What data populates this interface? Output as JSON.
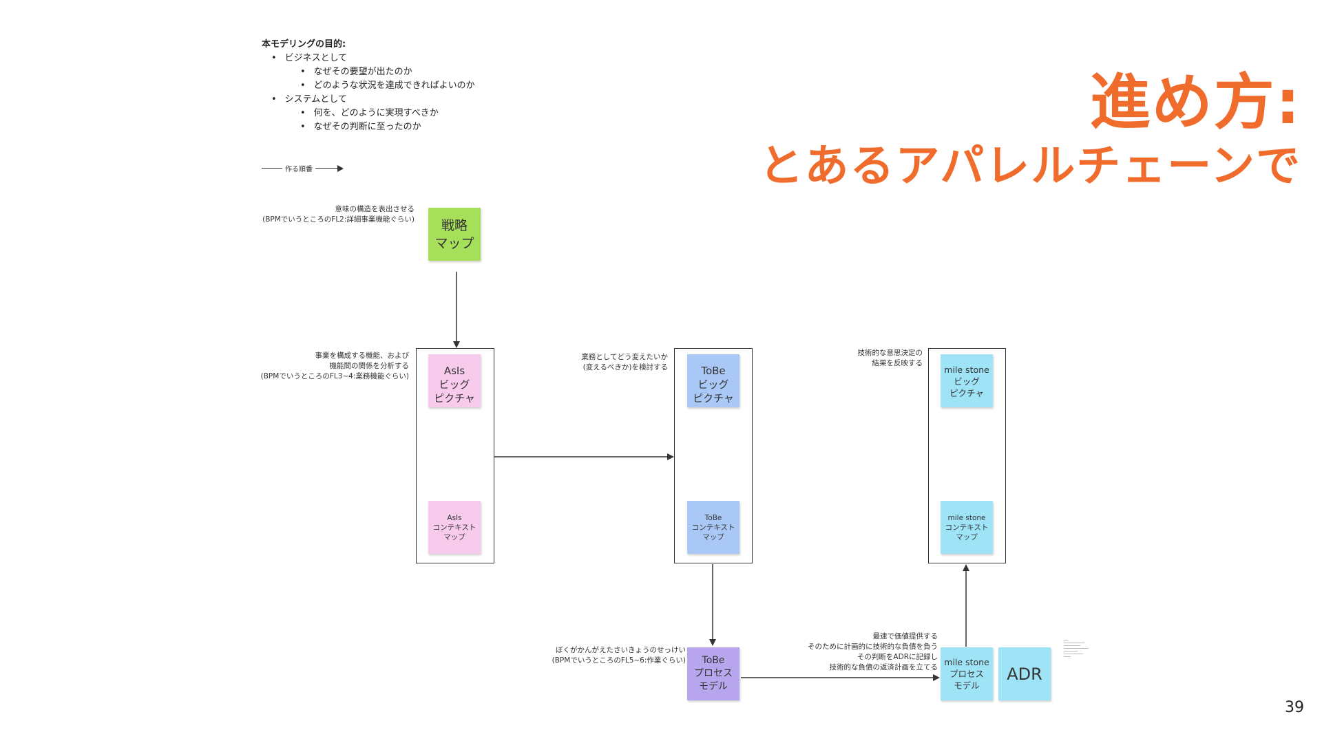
{
  "purpose": {
    "title": "本モデリングの目的:",
    "items": [
      {
        "text": "ビジネスとして",
        "children": [
          "なぜその要望が出たのか",
          "どのような状況を達成できればよいのか"
        ]
      },
      {
        "text": "システムとして",
        "children": [
          "何を、どのように実現すべきか",
          "なぜその判断に至ったのか"
        ]
      }
    ]
  },
  "order_label": "作る順番",
  "heading": {
    "title": "進め方:",
    "subtitle": "とあるアパレルチェーンで"
  },
  "page_number": "39",
  "notes": {
    "strategy": [
      "意味の構造を表出させる",
      "(BPMでいうところのFL2:詳細事業機能ぐらい)"
    ],
    "asis": [
      "事業を構成する機能、および",
      "機能間の関係を分析する",
      "(BPMでいうところのFL3~4:業務機能ぐらい)"
    ],
    "tobe": [
      "業務としてどう変えたいか",
      "(変えるべきか)を検討する"
    ],
    "milestone": [
      "技術的な意思決定の",
      "結果を反映する"
    ],
    "process": [
      "ぼくがかんがえたさいきょうのせっけい",
      "(BPMでいうところのFL5~6:作業ぐらい)"
    ],
    "adr": [
      "最速で価値提供する",
      "そのために計画的に技術的な負債を負う",
      "その判断をADRに記録し",
      "技術的な負債の返済計画を立てる"
    ]
  },
  "stickies": {
    "strategy_map": "戦略\nマップ",
    "asis_big": "AsIs\nビッグ\nピクチャ",
    "asis_context": "AsIs\nコンテキスト\nマップ",
    "tobe_big": "ToBe\nビッグ\nピクチャ",
    "tobe_context": "ToBe\nコンテキスト\nマップ",
    "milestone_big": "mile stone\nビッグ\nピクチャ",
    "milestone_context": "mile stone\nコンテキスト\nマップ",
    "tobe_process": "ToBe\nプロセス\nモデル",
    "milestone_process": "mile stone\nプロセス\nモデル",
    "adr": "ADR"
  },
  "colors": {
    "accent": "#f06c2c",
    "strategy": "#a6e05a",
    "asis": "#f8cbec",
    "tobe": "#a9c8f5",
    "milestone": "#9fe3f6",
    "process": "#b7a6ee"
  }
}
